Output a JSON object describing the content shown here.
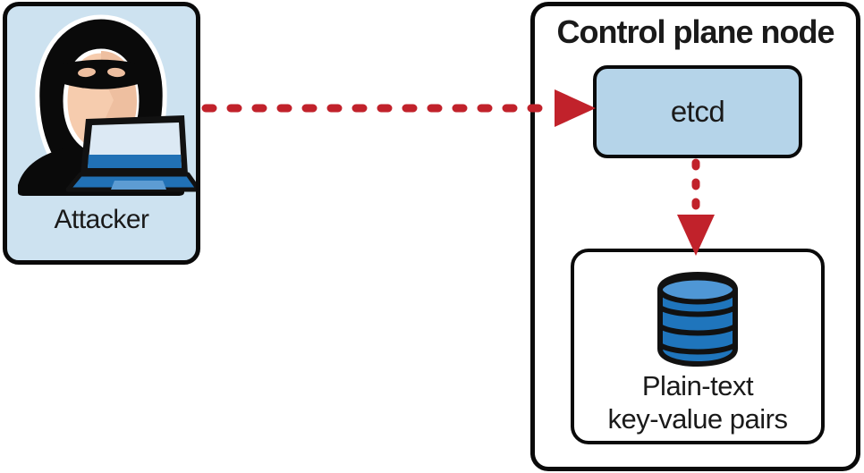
{
  "attacker": {
    "label": "Attacker",
    "icon": "hacker-with-laptop-icon"
  },
  "control_plane": {
    "title": "Control plane node",
    "etcd": {
      "label": "etcd"
    },
    "storage": {
      "icon": "database-icon",
      "label_line1": "Plain-text",
      "label_line2": "key-value pairs"
    }
  },
  "arrows": {
    "attacker_to_etcd": {
      "style": "dashed",
      "direction": "right"
    },
    "etcd_to_storage": {
      "style": "dashed",
      "direction": "down"
    }
  },
  "colors": {
    "node_fill": "#cde2f0",
    "etcd_fill": "#b5d4e9",
    "arrow_red": "#c1222b",
    "outline": "#0a0a0a",
    "db_blue": "#1f75bc",
    "db_blue_light": "#4f97d5",
    "laptop_blue": "#2171b5",
    "laptop_screen": "#dce9f4",
    "laptop_trackpad": "#5d9cd3",
    "face_skin": "#f6ccae",
    "face_shade": "#eebfa0",
    "text": "#1a1a1a"
  }
}
